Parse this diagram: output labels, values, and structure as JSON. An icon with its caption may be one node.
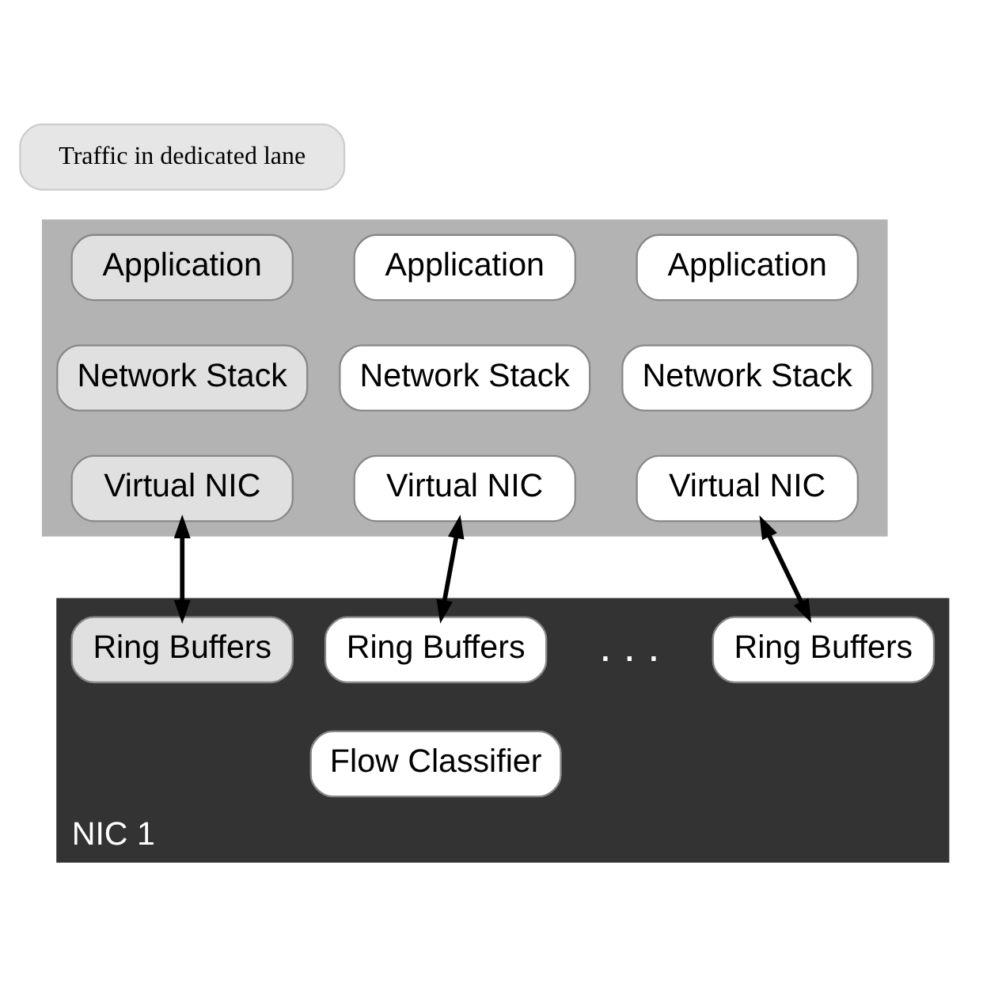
{
  "diagram": {
    "nodes": [
      {
        "text": [
          "Traffic in dedicated lane"
        ]
      },
      {
        "text": [],
        "shape": "box"
      },
      {
        "text": [
          "Application"
        ],
        "in": 1
      },
      {
        "text": [
          "Application"
        ],
        "in": 1
      },
      {
        "text": [
          "Application"
        ],
        "in": 1
      },
      {
        "text": [
          "Network Stack"
        ],
        "in": 1
      },
      {
        "text": [
          "Network Stack"
        ],
        "in": 1
      },
      {
        "text": [
          "Network Stack"
        ],
        "in": 1
      },
      {
        "text": [
          "Virtual NIC"
        ],
        "in": 1
      },
      {
        "text": [
          "Virtual NIC"
        ],
        "in": 1
      },
      {
        "text": [
          "Virtual NIC"
        ],
        "in": 1
      },
      {
        "text": [
          "NIC 1"
        ]
      },
      {
        "text": [
          "Ring Buffers"
        ],
        "in": 11
      },
      {
        "text": [
          "Ring Buffers"
        ],
        "in": 11
      },
      {
        "text": [
          "Ring Buffers"
        ],
        "in": 11
      },
      {
        "text": [
          "Flow Classifier"
        ],
        "in": 11
      }
    ],
    "edges": [
      {
        "from": 8,
        "to": 12,
        "arrow": "both"
      },
      {
        "from": 9,
        "to": 13,
        "arrow": "both"
      },
      {
        "from": 10,
        "to": 14,
        "arrow": "both"
      }
    ],
    "labels": [
      ". . ."
    ]
  }
}
